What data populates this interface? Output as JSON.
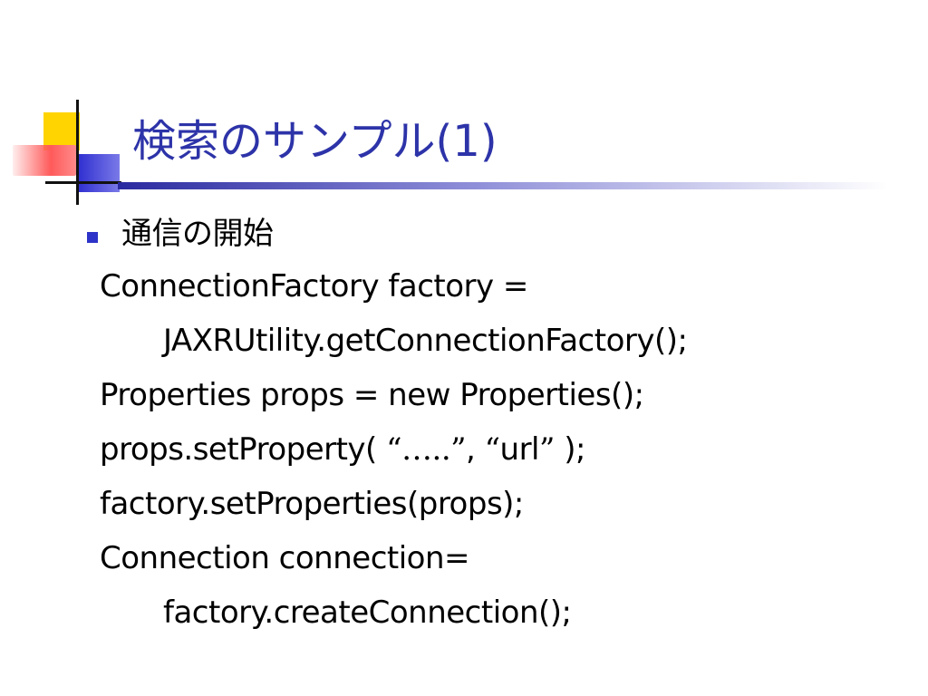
{
  "slide": {
    "title": "検索のサンプル(1)",
    "bullet": "通信の開始",
    "code": {
      "l1": "ConnectionFactory factory =",
      "l2": "JAXRUtility.getConnectionFactory();",
      "l3": "Properties props = new Properties();",
      "l4_a": "props.setProperty( ",
      "l4_q1": "“…..”",
      "l4_b": ",  ",
      "l4_q2o": "“",
      "l4_url": "url",
      "l4_q2c": "”",
      "l4_c": " );",
      "l5": "factory.setProperties(props);",
      "l6": "Connection connection=",
      "l7": "factory.createConnection();"
    }
  },
  "colors": {
    "title": "#2d33a8",
    "bullet": "#2d33c8",
    "text": "#000000"
  }
}
